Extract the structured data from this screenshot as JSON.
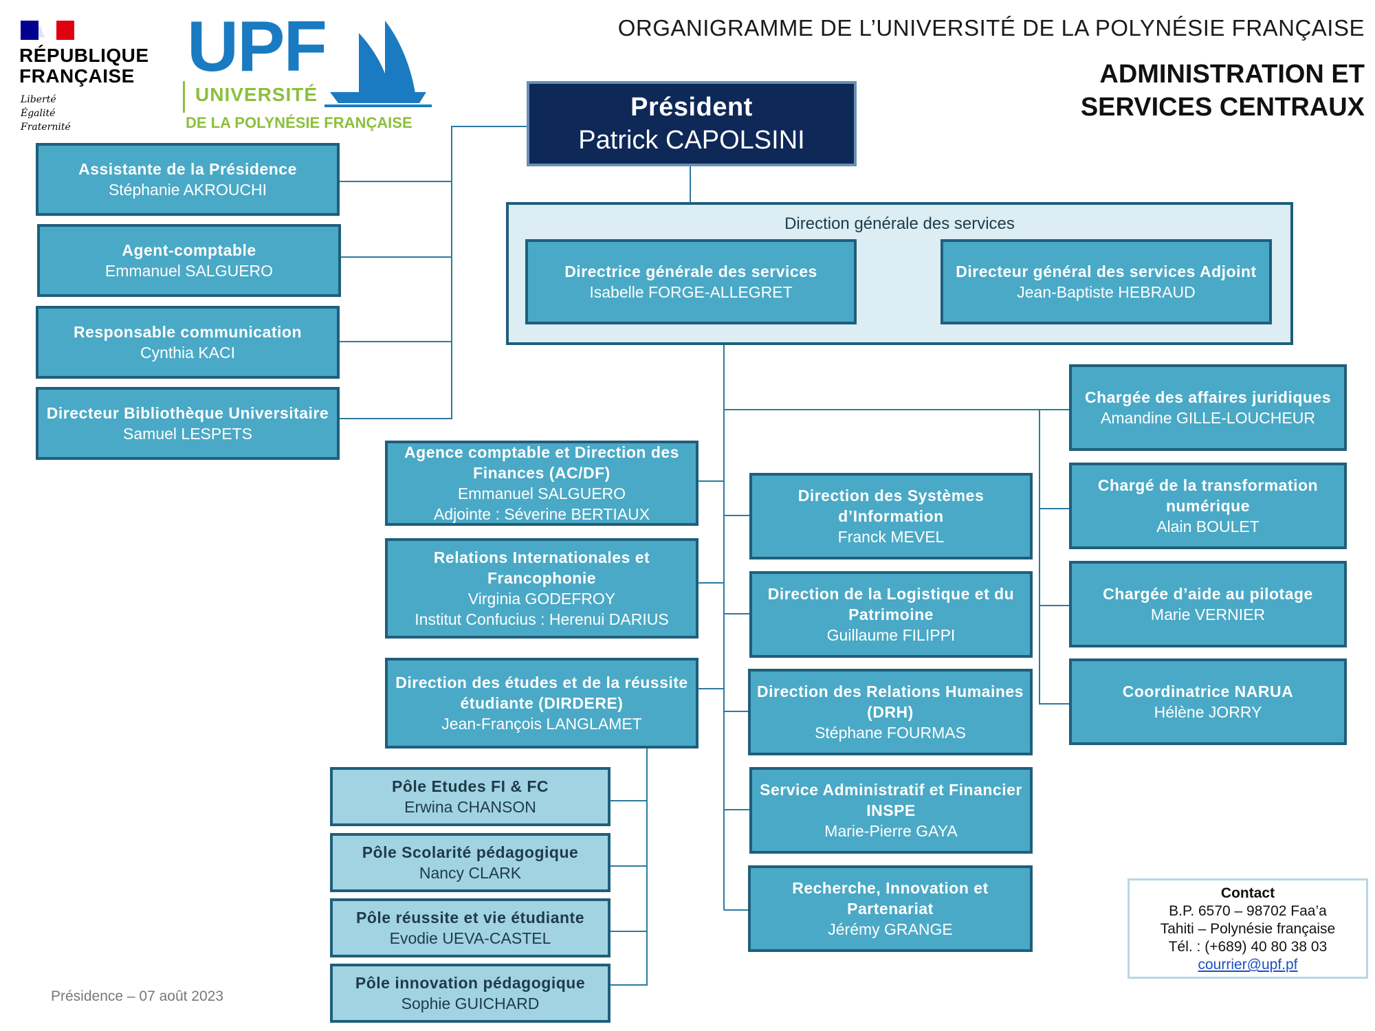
{
  "header": {
    "title": "ORGANIGRAMME DE L’UNIVERSITÉ DE LA POLYNÉSIE FRANÇAISE",
    "subtitle_line1": "ADMINISTRATION ET",
    "subtitle_line2": "SERVICES CENTRAUX"
  },
  "logos": {
    "rf_line1": "RÉPUBLIQUE",
    "rf_line2": "FRANÇAISE",
    "rf_motto": [
      "Liberté",
      "Égalité",
      "Fraternité"
    ],
    "upf": "UPF",
    "upf_univ": "UNIVERSITÉ",
    "upf_polyn": "DE LA POLYNÉSIE FRANÇAISE"
  },
  "president": {
    "title": "Président",
    "name": "Patrick CAPOLSINI"
  },
  "dgs": {
    "label": "Direction générale des services",
    "directrice": {
      "title": "Directrice générale des services",
      "name": "Isabelle FORGE-ALLEGRET"
    },
    "adjoint": {
      "title": "Directeur général des services Adjoint",
      "name": "Jean-Baptiste HEBRAUD"
    }
  },
  "left_boxes": [
    {
      "title": "Assistante de la Présidence",
      "name": "Stéphanie AKROUCHI"
    },
    {
      "title": "Agent-comptable",
      "name": "Emmanuel SALGUERO"
    },
    {
      "title": "Responsable communication",
      "name": "Cynthia KACI"
    },
    {
      "title": "Directeur Bibliothèque Universitaire",
      "name": "Samuel LESPETS"
    }
  ],
  "mid_left": [
    {
      "title": "Agence comptable et Direction des Finances (AC/DF)",
      "name": "Emmanuel SALGUERO",
      "extra": "Adjointe : Séverine BERTIAUX"
    },
    {
      "title": "Relations Internationales et Francophonie",
      "name": "Virginia GODEFROY",
      "extra": "Institut Confucius : Herenui DARIUS"
    },
    {
      "title": "Direction des études et de la réussite étudiante (DIRDERE)",
      "name": "Jean-François LANGLAMET"
    }
  ],
  "poles": [
    {
      "title": "Pôle Etudes FI & FC",
      "name": "Erwina CHANSON"
    },
    {
      "title": "Pôle Scolarité pédagogique",
      "name": "Nancy CLARK"
    },
    {
      "title": "Pôle réussite et vie étudiante",
      "name": "Evodie UEVA-CASTEL"
    },
    {
      "title": "Pôle innovation pédagogique",
      "name": "Sophie GUICHARD"
    }
  ],
  "center": [
    {
      "title": "Direction des Systèmes d’Information",
      "name": "Franck MEVEL"
    },
    {
      "title": "Direction de la Logistique et du Patrimoine",
      "name": "Guillaume FILIPPI"
    },
    {
      "title": "Direction des Relations Humaines (DRH)",
      "name": "Stéphane FOURMAS"
    },
    {
      "title": "Service Administratif et Financier INSPE",
      "name": "Marie-Pierre GAYA"
    },
    {
      "title": "Recherche, Innovation et Partenariat",
      "name": "Jérémy GRANGE"
    }
  ],
  "right": [
    {
      "title": "Chargée des affaires juridiques",
      "name": "Amandine GILLE-LOUCHEUR"
    },
    {
      "title": "Chargé de la transformation numérique",
      "name": "Alain BOULET"
    },
    {
      "title": "Chargée d’aide au pilotage",
      "name": "Marie VERNIER"
    },
    {
      "title": "Coordinatrice NARUA",
      "name": "Hélène JORRY"
    }
  ],
  "contact": {
    "heading": "Contact",
    "line1": "B.P. 6570 – 98702 Faa’a",
    "line2": "Tahiti – Polynésie française",
    "line3": "Tél. : (+689) 40 80 38 03",
    "email": "courrier@upf.pf"
  },
  "footer": "Présidence – 07 août 2023",
  "colors": {
    "box": "#4aa9c6",
    "box_border": "#1e5f7b",
    "box_light": "#a2d3e2",
    "president": "#0e2858",
    "dgs_frame": "#dcedf3",
    "connector": "#2c79a1"
  }
}
